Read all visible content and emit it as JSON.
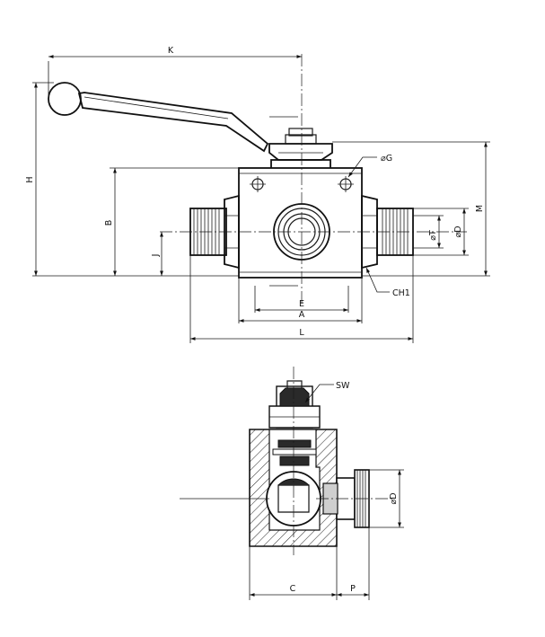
{
  "labels": {
    "K": "K",
    "H": "H",
    "B": "B",
    "J": "J",
    "M": "M",
    "G": "⌀G",
    "T": "⌀T",
    "D_top": "⌀D",
    "CH1": "CH1",
    "E": "E",
    "A": "A",
    "L": "L",
    "SW": "SW",
    "D_bottom": "⌀D",
    "C": "C",
    "P": "P"
  }
}
